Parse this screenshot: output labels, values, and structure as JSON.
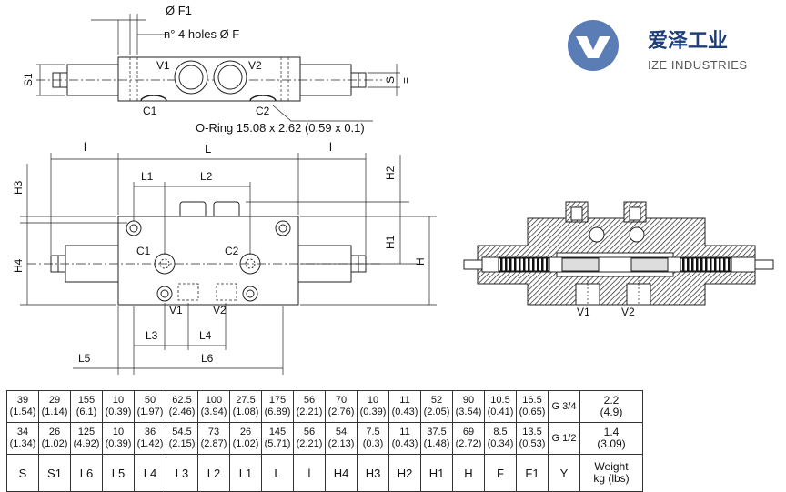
{
  "brand": {
    "name_cn": "爱泽工业",
    "name_en": "IZE INDUSTRIES",
    "accent_color": "#1d3e7a",
    "logo_color": "#5a7db5"
  },
  "top_view": {
    "phi_f1": "Ø F1",
    "holes": "n° 4 holes Ø F",
    "v1": "V1",
    "v2": "V2",
    "c1": "C1",
    "c2": "C2",
    "s1": "S1",
    "s": "S",
    "eq": "=",
    "oring": "O-Ring 15.08 x 2.62 (0.59 x 0.1)"
  },
  "front_view": {
    "l_left": "l",
    "l_mid": "L",
    "l_right": "l",
    "l1": "L1",
    "l2": "L2",
    "h3": "H3",
    "h4": "H4",
    "h2": "H2",
    "h1": "H1",
    "h": "H",
    "c1": "C1",
    "c2": "C2",
    "v1": "V1",
    "v2": "V2",
    "l3": "L3",
    "l4": "L4",
    "l5": "L5",
    "l6": "L6"
  },
  "section_view": {
    "v1": "V1",
    "v2": "V2"
  },
  "table": {
    "rows": [
      {
        "cells": [
          [
            "39",
            "(1.54)"
          ],
          [
            "29",
            "(1.14)"
          ],
          [
            "155",
            "(6.1)"
          ],
          [
            "10",
            "(0.39)"
          ],
          [
            "50",
            "(1.97)"
          ],
          [
            "62.5",
            "(2.46)"
          ],
          [
            "100",
            "(3.94)"
          ],
          [
            "27.5",
            "(1.08)"
          ],
          [
            "175",
            "(6.89)"
          ],
          [
            "56",
            "(2.21)"
          ],
          [
            "70",
            "(2.76)"
          ],
          [
            "10",
            "(0.39)"
          ],
          [
            "11",
            "(0.43)"
          ],
          [
            "52",
            "(2.05)"
          ],
          [
            "90",
            "(3.54)"
          ],
          [
            "10.5",
            "(0.41)"
          ],
          [
            "16.5",
            "(0.65)"
          ]
        ],
        "thread": "G 3/4",
        "weight": [
          "2.2",
          "(4.9)"
        ]
      },
      {
        "cells": [
          [
            "34",
            "(1.34)"
          ],
          [
            "26",
            "(1.02)"
          ],
          [
            "125",
            "(4.92)"
          ],
          [
            "10",
            "(0.39)"
          ],
          [
            "36",
            "(1.42)"
          ],
          [
            "54.5",
            "(2.15)"
          ],
          [
            "73",
            "(2.87)"
          ],
          [
            "26",
            "(1.02)"
          ],
          [
            "145",
            "(5.71)"
          ],
          [
            "56",
            "(2.21)"
          ],
          [
            "54",
            "(2.13)"
          ],
          [
            "7.5",
            "(0.3)"
          ],
          [
            "11",
            "(0.43)"
          ],
          [
            "37.5",
            "(1.48)"
          ],
          [
            "69",
            "(2.72)"
          ],
          [
            "8.5",
            "(0.34)"
          ],
          [
            "13.5",
            "(0.53)"
          ]
        ],
        "thread": "G 1/2",
        "weight": [
          "1.4",
          "(3.09)"
        ]
      }
    ],
    "headers": [
      "S",
      "S1",
      "L6",
      "L5",
      "L4",
      "L3",
      "L2",
      "L1",
      "L",
      "l",
      "H4",
      "H3",
      "H2",
      "H1",
      "H",
      "F",
      "F1",
      "Y"
    ],
    "weight_header": [
      "Weight",
      "kg (lbs)"
    ]
  }
}
